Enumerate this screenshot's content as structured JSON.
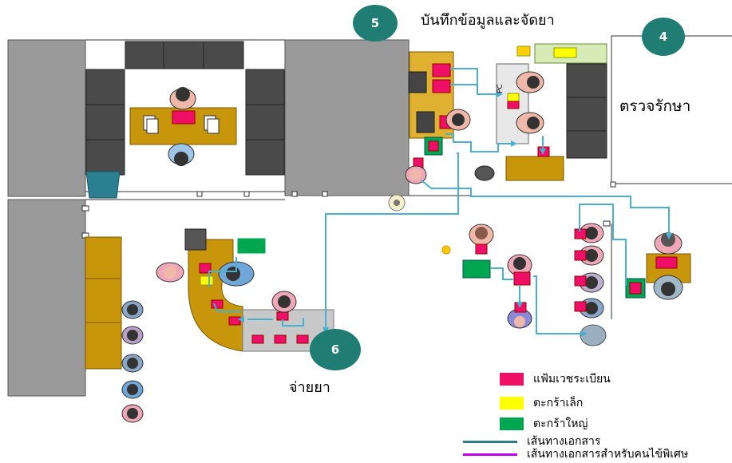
{
  "labels": {
    "stage5_title": "บันทึกข้อมูลและจัดยา",
    "stage4_title": "ตรวจรักษา",
    "stage6_title": "จ่ายยา",
    "pc_label": "PC"
  },
  "stages": {
    "stage4_num": "4",
    "stage5_num": "5",
    "stage6_num": "6"
  },
  "legend": [
    {
      "label": "แฟ้มเวชระเบียน",
      "color": "#ef0f66",
      "kind": "box"
    },
    {
      "label": "ตะกร้าเล็ก",
      "color": "#ffff00",
      "kind": "box"
    },
    {
      "label": "ตะกร้าใหญ่",
      "color": "#00a650",
      "kind": "box"
    },
    {
      "label": "เส้นทางเอกสาร",
      "color": "#2e7d8c",
      "kind": "line"
    },
    {
      "label": "เส้นทางเอกสารสำหรับคนไข้พิเศษ",
      "color": "#c000f0",
      "kind": "line"
    }
  ],
  "colors": {
    "wall": "#9a9a9a",
    "cabinet": "#4a4a4a",
    "desk": "#c8960a",
    "record_folder": "#ef0f66",
    "small_basket": "#ffff00",
    "large_basket": "#00a650",
    "doc_route": "#4ab0cf",
    "stage_circle": "#1f7d74"
  }
}
